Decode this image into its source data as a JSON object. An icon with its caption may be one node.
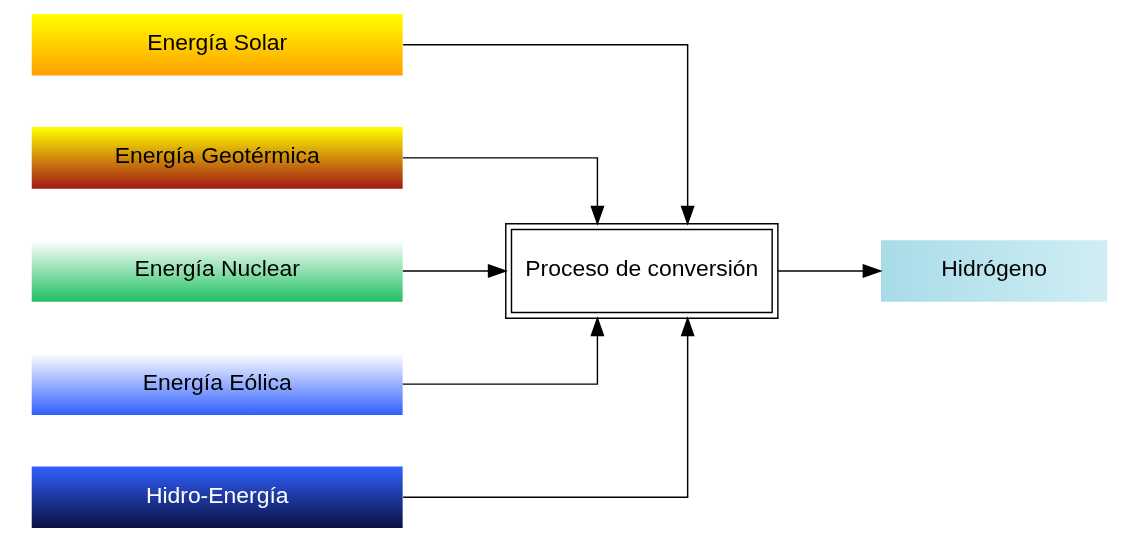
{
  "diagram": {
    "nodes": [
      {
        "text": [
          "Energía Solar"
        ]
      },
      {
        "text": [
          "Energía Geotérmica"
        ]
      },
      {
        "text": [
          "Energía Nuclear"
        ]
      },
      {
        "text": [
          "Energía Eólica"
        ]
      },
      {
        "text": [
          "Hidro-Energía"
        ]
      },
      {
        "text": [
          "Proceso de conversión"
        ]
      },
      {
        "text": [
          "Hidrógeno"
        ]
      }
    ],
    "edges": [
      {
        "from": 0,
        "to": 5,
        "arrow": "to"
      },
      {
        "from": 1,
        "to": 5,
        "arrow": "to"
      },
      {
        "from": 2,
        "to": 5,
        "arrow": "to"
      },
      {
        "from": 3,
        "to": 5,
        "arrow": "to"
      },
      {
        "from": 4,
        "to": 5,
        "arrow": "to"
      },
      {
        "from": 5,
        "to": 6,
        "arrow": "to"
      }
    ]
  }
}
